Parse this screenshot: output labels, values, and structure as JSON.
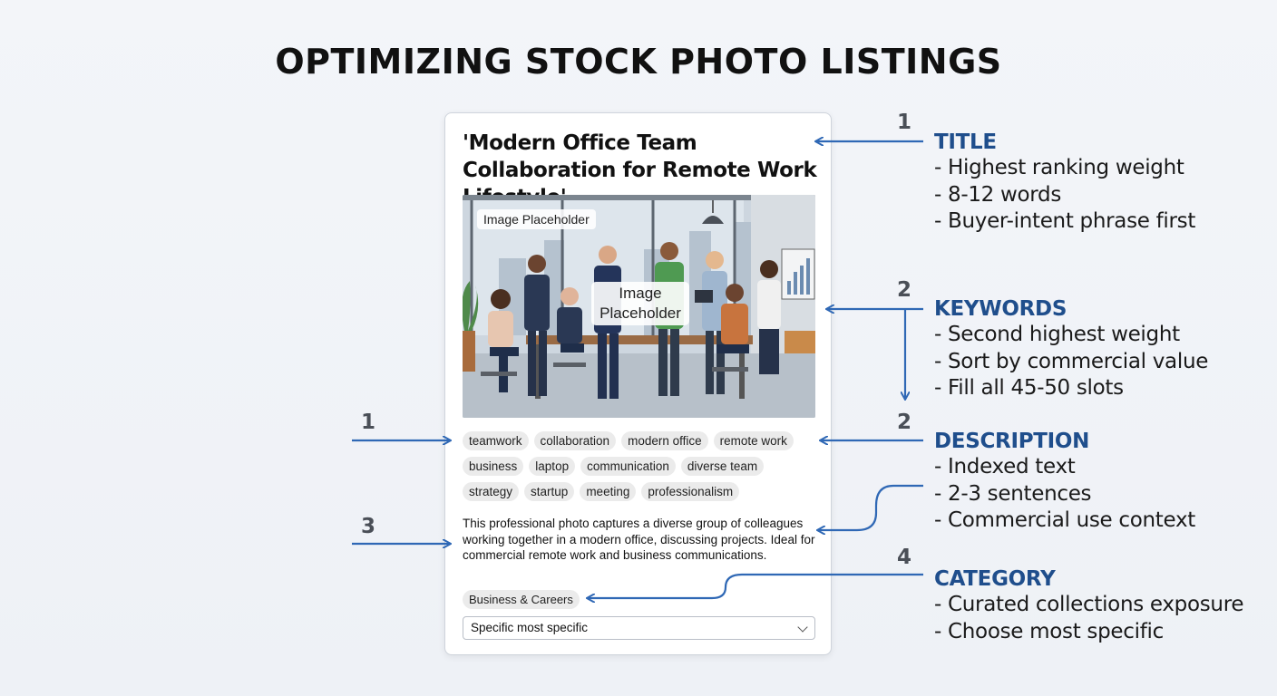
{
  "page_title": "OPTIMIZING STOCK PHOTO LISTINGS",
  "listing": {
    "title": "'Modern Office Team Collaboration for Remote Work Lifestyle'",
    "image_label_top": "Image Placeholder",
    "image_label_center": "Image Placeholder",
    "tag_rows": [
      [
        "teamwork",
        "collaboration",
        "modern office",
        "remote work"
      ],
      [
        "business",
        "laptop",
        "communication",
        "diverse team"
      ],
      [
        "strategy",
        "startup",
        "meeting",
        "professionalism"
      ]
    ],
    "description": "This professional photo captures a diverse group of colleagues working together in a modern office, discussing projects. Ideal for commercial remote work and business communications.",
    "category": "Business & Careers",
    "select_value": "Specific most specific"
  },
  "markers": {
    "title": "1",
    "keywords": "2",
    "description": "2",
    "category": "4",
    "left_tags": "1",
    "left_description": "3"
  },
  "annotations": {
    "title": {
      "heading": "TITLE",
      "lines": [
        "- Highest ranking weight",
        "- 8-12 words",
        "- Buyer-intent phrase first"
      ]
    },
    "keywords": {
      "heading": "KEYWORDS",
      "lines": [
        "- Second highest weight",
        "- Sort by commercial value",
        "- Fill all 45-50 slots"
      ]
    },
    "description": {
      "heading": "DESCRIPTION",
      "lines": [
        "- Indexed text",
        "- 2-3 sentences",
        "- Commercial use context"
      ]
    },
    "category": {
      "heading": "CATEGORY",
      "lines": [
        "- Curated collections exposure",
        "- Choose most specific"
      ]
    }
  },
  "colors": {
    "arrow": "#2f68b5",
    "heading": "#1f4e8c",
    "marker": "#4a4f57"
  }
}
